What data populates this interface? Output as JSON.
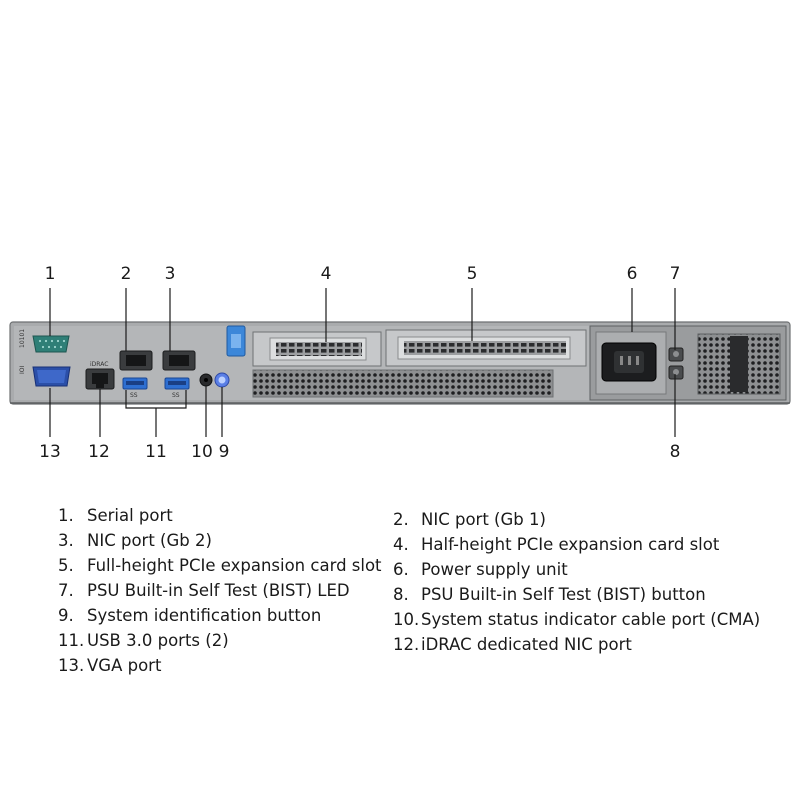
{
  "panel_labels": {
    "serial": "10101",
    "vga": "IOI",
    "idrac": "iDRAC",
    "usb1": "SS",
    "usb2": "SS"
  },
  "callouts": {
    "c1": "1",
    "c2": "2",
    "c3": "3",
    "c4": "4",
    "c5": "5",
    "c6": "6",
    "c7": "7",
    "c8": "8",
    "c9": "9",
    "c10": "10",
    "c11": "11",
    "c12": "12",
    "c13": "13"
  },
  "legend": {
    "left": [
      {
        "num": "1.",
        "text": "Serial port"
      },
      {
        "num": "3.",
        "text": "NIC port (Gb 2)"
      },
      {
        "num": "5.",
        "text": "Full-height PCIe expansion card slot"
      },
      {
        "num": "7.",
        "text": "PSU Built-in Self Test (BIST) LED"
      },
      {
        "num": "9.",
        "text": "System identification button"
      },
      {
        "num": "11.",
        "text": "USB 3.0 ports (2)"
      },
      {
        "num": "13.",
        "text": "VGA port"
      }
    ],
    "right": [
      {
        "num": "2.",
        "text": "NIC port (Gb 1)"
      },
      {
        "num": "4.",
        "text": "Half-height PCIe expansion card slot"
      },
      {
        "num": "6.",
        "text": "Power supply unit"
      },
      {
        "num": "8.",
        "text": "PSU Built-in Self Test (BIST) button"
      },
      {
        "num": "10.",
        "text": "System status indicator cable port (CMA)"
      },
      {
        "num": "12.",
        "text": "iDRAC dedicated NIC port"
      }
    ]
  },
  "colors": {
    "chassis": "#a9abad",
    "chassis_dark": "#6e7173",
    "serial_port": "#2f7f77",
    "vga_port": "#2b4fa8",
    "usb_port": "#2e6fd1",
    "latch": "#3c87d9",
    "id_button": "#5a7fe6"
  }
}
